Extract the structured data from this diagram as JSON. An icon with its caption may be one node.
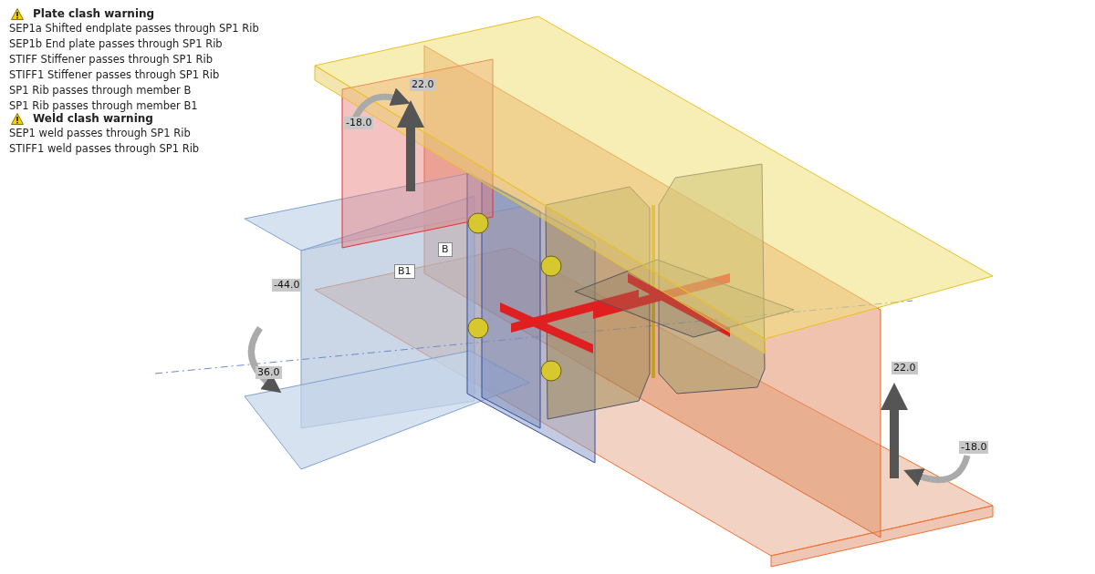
{
  "diagram": {
    "labels": [
      "Plate clash warning",
      "SEP1a Shifted endplate passes through SP1 Rib",
      "SEP1b End plate passes through SP1 Rib",
      "STIFF Stiffener passes through SP1 Rib",
      "STIFF1 Stiffener passes through SP1 Rib",
      "SP1 Rib passes through member B",
      "SP1 Rib passes through member B1",
      "Weld clash warning",
      "SEP1 weld passes through SP1 Rib",
      "STIFF1 weld passes through SP1 Rib",
      "22.0",
      "-18.0",
      "B",
      "B1",
      "-44.0",
      "36.0",
      "22.0",
      "-18.0"
    ]
  }
}
